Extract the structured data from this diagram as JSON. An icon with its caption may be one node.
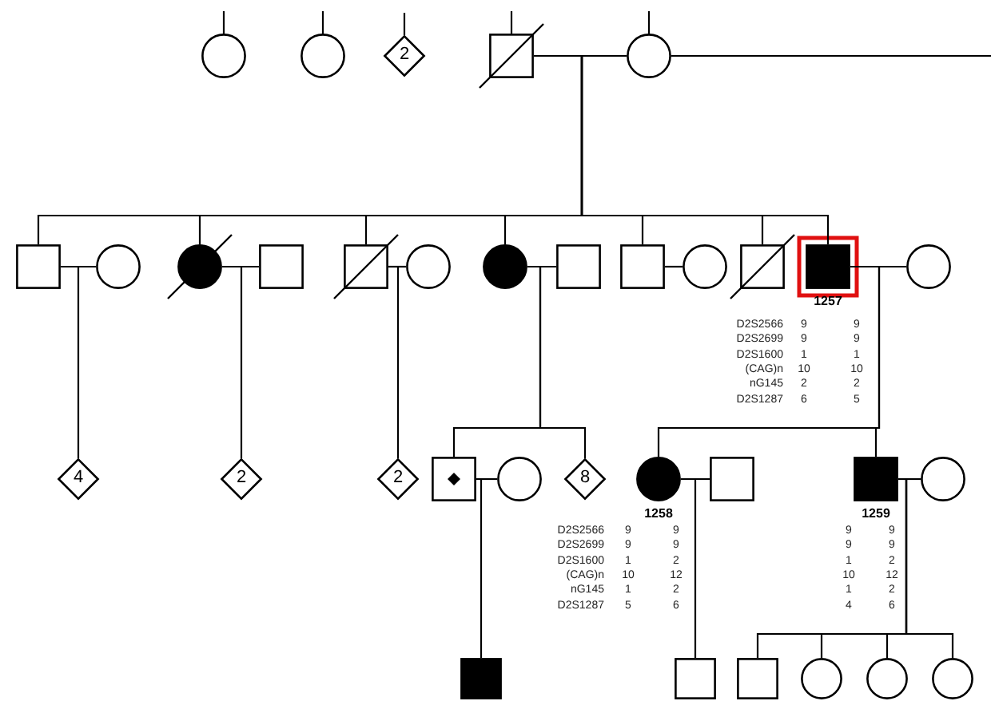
{
  "diagram": {
    "nodes": [
      {
        "text": [],
        "shape": "circle"
      },
      {
        "text": [],
        "shape": "circle"
      },
      {
        "text": [
          "2"
        ]
      },
      {
        "text": [],
        "shape": "box"
      },
      {
        "text": [],
        "shape": "circle"
      },
      {
        "text": [],
        "shape": "box"
      },
      {
        "text": [],
        "shape": "circle"
      },
      {
        "text": [],
        "shape": "circle"
      },
      {
        "text": [],
        "shape": "box"
      },
      {
        "text": [],
        "shape": "box"
      },
      {
        "text": [],
        "shape": "circle"
      },
      {
        "text": [],
        "shape": "circle"
      },
      {
        "text": [],
        "shape": "box"
      },
      {
        "text": [],
        "shape": "box"
      },
      {
        "text": [],
        "shape": "circle"
      },
      {
        "text": [],
        "shape": "box"
      },
      {
        "text": [
          "1257"
        ]
      },
      {
        "text": [],
        "shape": "circle"
      },
      {
        "text": [
          "4"
        ]
      },
      {
        "text": [
          "2"
        ]
      },
      {
        "text": [
          "2"
        ]
      },
      {
        "text": [],
        "shape": "box"
      },
      {
        "text": [],
        "shape": "circle"
      },
      {
        "text": [
          "8"
        ]
      },
      {
        "text": [
          "1258"
        ]
      },
      {
        "text": [],
        "shape": "box"
      },
      {
        "text": [
          "1259"
        ]
      },
      {
        "text": [],
        "shape": "circle"
      },
      {
        "text": [],
        "shape": "box"
      },
      {
        "text": [],
        "shape": "box"
      },
      {
        "text": [],
        "shape": "box"
      },
      {
        "text": [],
        "shape": "circle"
      },
      {
        "text": [],
        "shape": "circle"
      },
      {
        "text": [],
        "shape": "circle"
      }
    ],
    "edges": [
      {
        "from": null,
        "to": 0,
        "arrow": "none"
      },
      {
        "from": null,
        "to": 1,
        "arrow": "none"
      },
      {
        "from": null,
        "to": 2,
        "arrow": "none"
      },
      {
        "from": null,
        "to": 3,
        "arrow": "none"
      },
      {
        "from": null,
        "to": 4,
        "arrow": "none"
      },
      {
        "from": 3,
        "to": 4,
        "arrow": "none"
      },
      {
        "from": 4,
        "to": null,
        "arrow": "none"
      },
      {
        "from": 3,
        "to": 5,
        "arrow": "none"
      },
      {
        "from": 3,
        "to": 7,
        "arrow": "none"
      },
      {
        "from": 3,
        "to": 9,
        "arrow": "none"
      },
      {
        "from": 3,
        "to": 11,
        "arrow": "none"
      },
      {
        "from": 3,
        "to": 13,
        "arrow": "none"
      },
      {
        "from": 3,
        "to": 15,
        "arrow": "none"
      },
      {
        "from": 3,
        "to": 16,
        "arrow": "none"
      },
      {
        "from": 5,
        "to": 6,
        "arrow": "none"
      },
      {
        "from": 7,
        "to": 8,
        "arrow": "none"
      },
      {
        "from": 9,
        "to": 10,
        "arrow": "none"
      },
      {
        "from": 11,
        "to": 12,
        "arrow": "none"
      },
      {
        "from": 13,
        "to": 14,
        "arrow": "none"
      },
      {
        "from": 16,
        "to": 17,
        "arrow": "none"
      },
      {
        "from": 5,
        "to": 18,
        "arrow": "none"
      },
      {
        "from": 7,
        "to": 19,
        "arrow": "none"
      },
      {
        "from": 9,
        "to": 20,
        "arrow": "none"
      },
      {
        "from": 11,
        "to": 21,
        "arrow": "none"
      },
      {
        "from": 11,
        "to": 23,
        "arrow": "none"
      },
      {
        "from": 16,
        "to": 24,
        "arrow": "none"
      },
      {
        "from": 16,
        "to": 26,
        "arrow": "none"
      },
      {
        "from": 21,
        "to": 22,
        "arrow": "none"
      },
      {
        "from": 24,
        "to": 25,
        "arrow": "none"
      },
      {
        "from": 26,
        "to": 27,
        "arrow": "none"
      },
      {
        "from": 21,
        "to": 28,
        "arrow": "none"
      },
      {
        "from": 24,
        "to": 29,
        "arrow": "none"
      },
      {
        "from": 26,
        "to": 30,
        "arrow": "none"
      },
      {
        "from": 26,
        "to": 31,
        "arrow": "none"
      },
      {
        "from": 26,
        "to": 32,
        "arrow": "none"
      },
      {
        "from": 26,
        "to": 33,
        "arrow": "none"
      }
    ],
    "labels": [
      "D2S2566",
      "9",
      "9",
      "D2S2699",
      "9",
      "9",
      "D2S1600",
      "1",
      "1",
      "(CAG)n",
      "10",
      "10",
      "nG145",
      "2",
      "2",
      "D2S1287",
      "6",
      "5",
      "D2S2566",
      "9",
      "9",
      "D2S2699",
      "9",
      "9",
      "D2S1600",
      "1",
      "2",
      "(CAG)n",
      "10",
      "12",
      "nG145",
      "1",
      "2",
      "D2S1287",
      "5",
      "6",
      "9",
      "9",
      "9",
      "9",
      "1",
      "2",
      "10",
      "12",
      "1",
      "2",
      "4",
      "6"
    ]
  }
}
